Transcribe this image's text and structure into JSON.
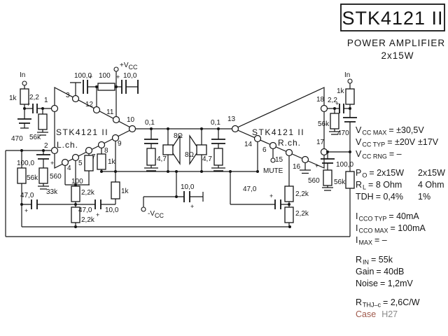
{
  "title_block": {
    "title": "STK4121 II",
    "subtitle": "POWER AMPLIFIER",
    "power": "2x15W"
  },
  "specs": {
    "case_name_color": "#a05a4c",
    "case_value_color": "#8a8a8a",
    "rows": [
      {
        "name": "V",
        "sub": "CC MAX",
        "value": "= ±30,5V",
        "value2": ""
      },
      {
        "name": "V",
        "sub": "CC TYP",
        "value": "= ±20V",
        "value2": "±17V"
      },
      {
        "name": "V",
        "sub": "CC RNG",
        "value": "= –",
        "value2": ""
      },
      {
        "name": "P",
        "sub": "O",
        "value": "= 2x15W",
        "value2": "2x15W"
      },
      {
        "name": "R",
        "sub": "L",
        "value": "= 8 Ohm",
        "value2": "4 Ohm"
      },
      {
        "name": "TDH",
        "sub": "",
        "value": "= 0,4%",
        "value2": "1%"
      },
      {
        "name": "I",
        "sub": "CCO TYP",
        "value": "= 40mA",
        "value2": ""
      },
      {
        "name": "I",
        "sub": "CCO MAX",
        "value": "= 100mA",
        "value2": ""
      },
      {
        "name": "I",
        "sub": "MAX",
        "value": "=  –",
        "value2": ""
      },
      {
        "name": "R",
        "sub": "IN",
        "value": "= 55k",
        "value2": ""
      },
      {
        "name": "Gain",
        "sub": "",
        "value": "= 40dB",
        "value2": ""
      },
      {
        "name": "Noise",
        "sub": "",
        "value": "= 1,2mV",
        "value2": ""
      },
      {
        "name": "R",
        "sub": "THJ–c",
        "value": "= 2,6C/W",
        "value2": ""
      },
      {
        "name": "Case",
        "sub": "",
        "value": "H27",
        "value2": ""
      }
    ]
  },
  "sch": {
    "plus": "+",
    "in_l": "In",
    "r1k_l": "1k",
    "c22_l": "2,2",
    "c470_l": "470",
    "r56k_l": "56k",
    "c100_top": "100,0",
    "r100_top": "100",
    "c10_top": "10,0",
    "vp": "+V",
    "vp_sub": "CC",
    "vm": "-V",
    "vm_sub": "CC",
    "ic_l": "STK4121 II",
    "ch_l": "L.ch.",
    "c100_l2": "100,0",
    "r56k_l2": "56k",
    "r560_l": "560",
    "lbl33k": "33k",
    "c47_l": "47,0",
    "r22k_l1": "2,2k",
    "r22k_l2": "2,2k",
    "r100_l": "100",
    "r1k_l1": "1k",
    "r1k_l2": "1k",
    "c47_l2": "47,0",
    "c10_l2": "10,0",
    "c01_l": "0,1",
    "r47_l": "4,7",
    "spk_l": "8Ω",
    "c01_r": "0,1",
    "r47_r": "4,7",
    "spk_r": "8Ω",
    "c10_mid": "10,0",
    "ic_r": "STK4121 II",
    "ch_r": "R.ch.",
    "mute": "MUTE",
    "c47_r": "47,0",
    "r22k_r1": "2,2k",
    "r22k_r2": "2,2k",
    "in_r": "In",
    "r1k_r": "1k",
    "c22_r": "2,2",
    "r56k_r1": "56k",
    "c470_r": "470",
    "c100_r": "100,0",
    "r560_r": "560",
    "r56k_r2": "56k",
    "pins": {
      "1": "1",
      "2": "2",
      "3": "3",
      "4": "4",
      "5": "5",
      "6": "6",
      "7": "7",
      "8": "8",
      "9": "9",
      "10": "10",
      "11": "11",
      "12": "12",
      "13": "13",
      "14": "14",
      "15": "15",
      "16": "16",
      "17": "17",
      "18": "18"
    }
  }
}
